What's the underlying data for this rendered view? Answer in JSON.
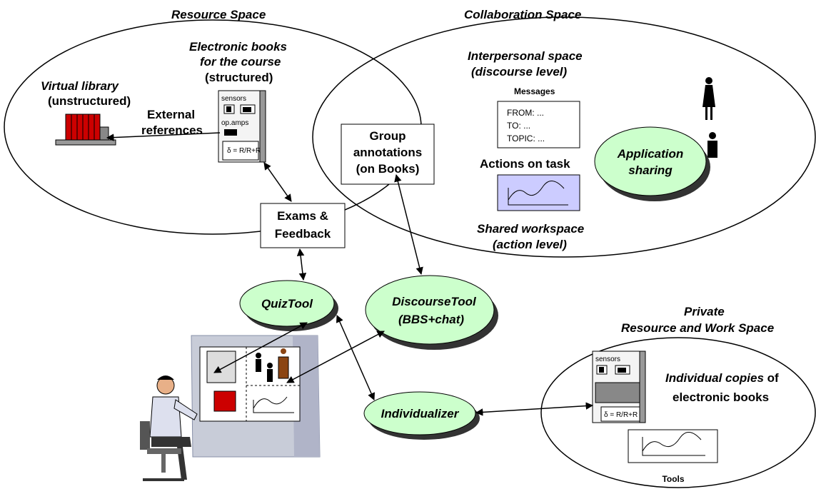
{
  "spaces": {
    "resource_space": "Resource  Space",
    "collaboration_space": "Collaboration  Space",
    "private_space_line1": "Private",
    "private_space_line2": "Resource and Work Space"
  },
  "resource": {
    "ebooks_line1": "Electronic books",
    "ebooks_line2": "for the course",
    "ebooks_line3": "(structured)",
    "virtual_library_line1": "Virtual library",
    "virtual_library_line2": "(unstructured)",
    "external_refs_line1": "External",
    "external_refs_line2": "references",
    "book_label_sensors": "sensors",
    "book_label_opamps": "op.amps"
  },
  "collaboration": {
    "interpersonal_line1": "Interpersonal space",
    "interpersonal_line2": "(discourse level)",
    "messages_title": "Messages",
    "msg_from": "FROM: ...",
    "msg_to": "TO: ...",
    "msg_topic": "TOPIC: ...",
    "actions_on_task": "Actions on task",
    "app_sharing_line1": "Application",
    "app_sharing_line2": "sharing",
    "shared_workspace_line1": "Shared workspace",
    "shared_workspace_line2": "(action level)",
    "group_ann_line1": "Group",
    "group_ann_line2": "annotations",
    "group_ann_line3": "(on Books)"
  },
  "exams": {
    "line1": "Exams &",
    "line2": "Feedback"
  },
  "tools": {
    "quiztool": "QuizTool",
    "discourse_line1": "DiscourseTool",
    "discourse_line2": "(BBS+chat)",
    "individualizer": "Individualizer"
  },
  "private": {
    "copies_line1": "Individual copies",
    "copies_line1_suffix": " of",
    "copies_line2": "electronic books",
    "tools_label": "Tools",
    "book_label_sensors": "sensors"
  },
  "colors": {
    "tool_fill": "#ccffcc",
    "chart_box_fill": "#ccccff",
    "library_red": "#cc0000",
    "monitor": "#c8ccd8"
  }
}
